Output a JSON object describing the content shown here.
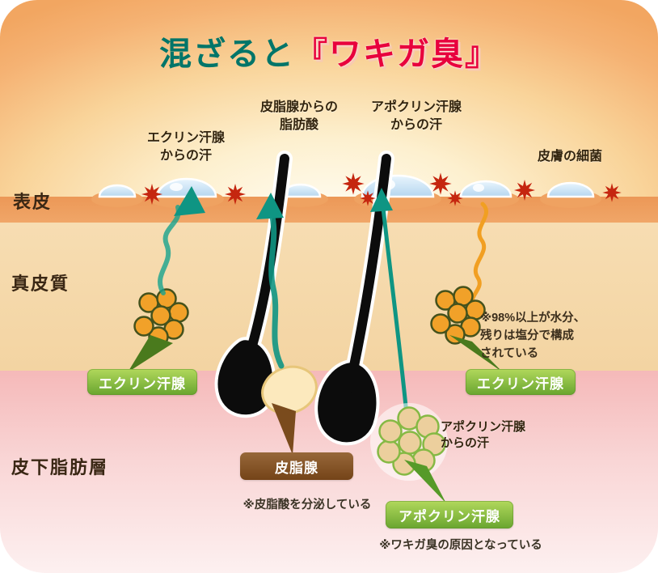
{
  "title": {
    "part1": "混ざると",
    "part2": "『ワキガ臭』"
  },
  "skin_layers": {
    "epidermis": "表皮",
    "dermis": "真皮質",
    "subcutaneous_fat": "皮下脂肪層"
  },
  "annotations": {
    "sebaceous_fatty_acid": "皮脂腺からの\n脂肪酸",
    "apocrine_sweat_top": "アポクリン汗腺\nからの汗",
    "eccrine_sweat_top": "エクリン汗腺\nからの汗",
    "skin_bacteria": "皮膚の細菌",
    "eccrine_note": "※98%以上が水分、\n残りは塩分で構成\nされている",
    "apocrine_sweat_mid": "アポクリン汗腺\nからの汗",
    "sebaceous_note": "※皮脂酸を分泌している",
    "apocrine_note": "※ワキガ臭の原因となっている"
  },
  "gland_labels": {
    "eccrine_left": "エクリン汗腺",
    "eccrine_right": "エクリン汗腺",
    "sebaceous": "皮脂腺",
    "apocrine": "アポクリン汗腺"
  },
  "colors": {
    "title_teal": "#007569",
    "title_red": "#e8003d",
    "arrow_teal": "#0f9583",
    "gland_label_green": "#69a52f",
    "sebaceous_label_brown": "#744318",
    "epidermis_orange": "#ee9d5f",
    "dermis_tan": "#f6d9ab",
    "subcutaneous_pink": "#f5baba",
    "sweat_droplet_blue": "#cfe5f7",
    "bacteria_burst_red": "#c5260f",
    "bacteria_squiggle_orange": "#f19f22",
    "eccrine_gland_orange": "#f1a129"
  }
}
